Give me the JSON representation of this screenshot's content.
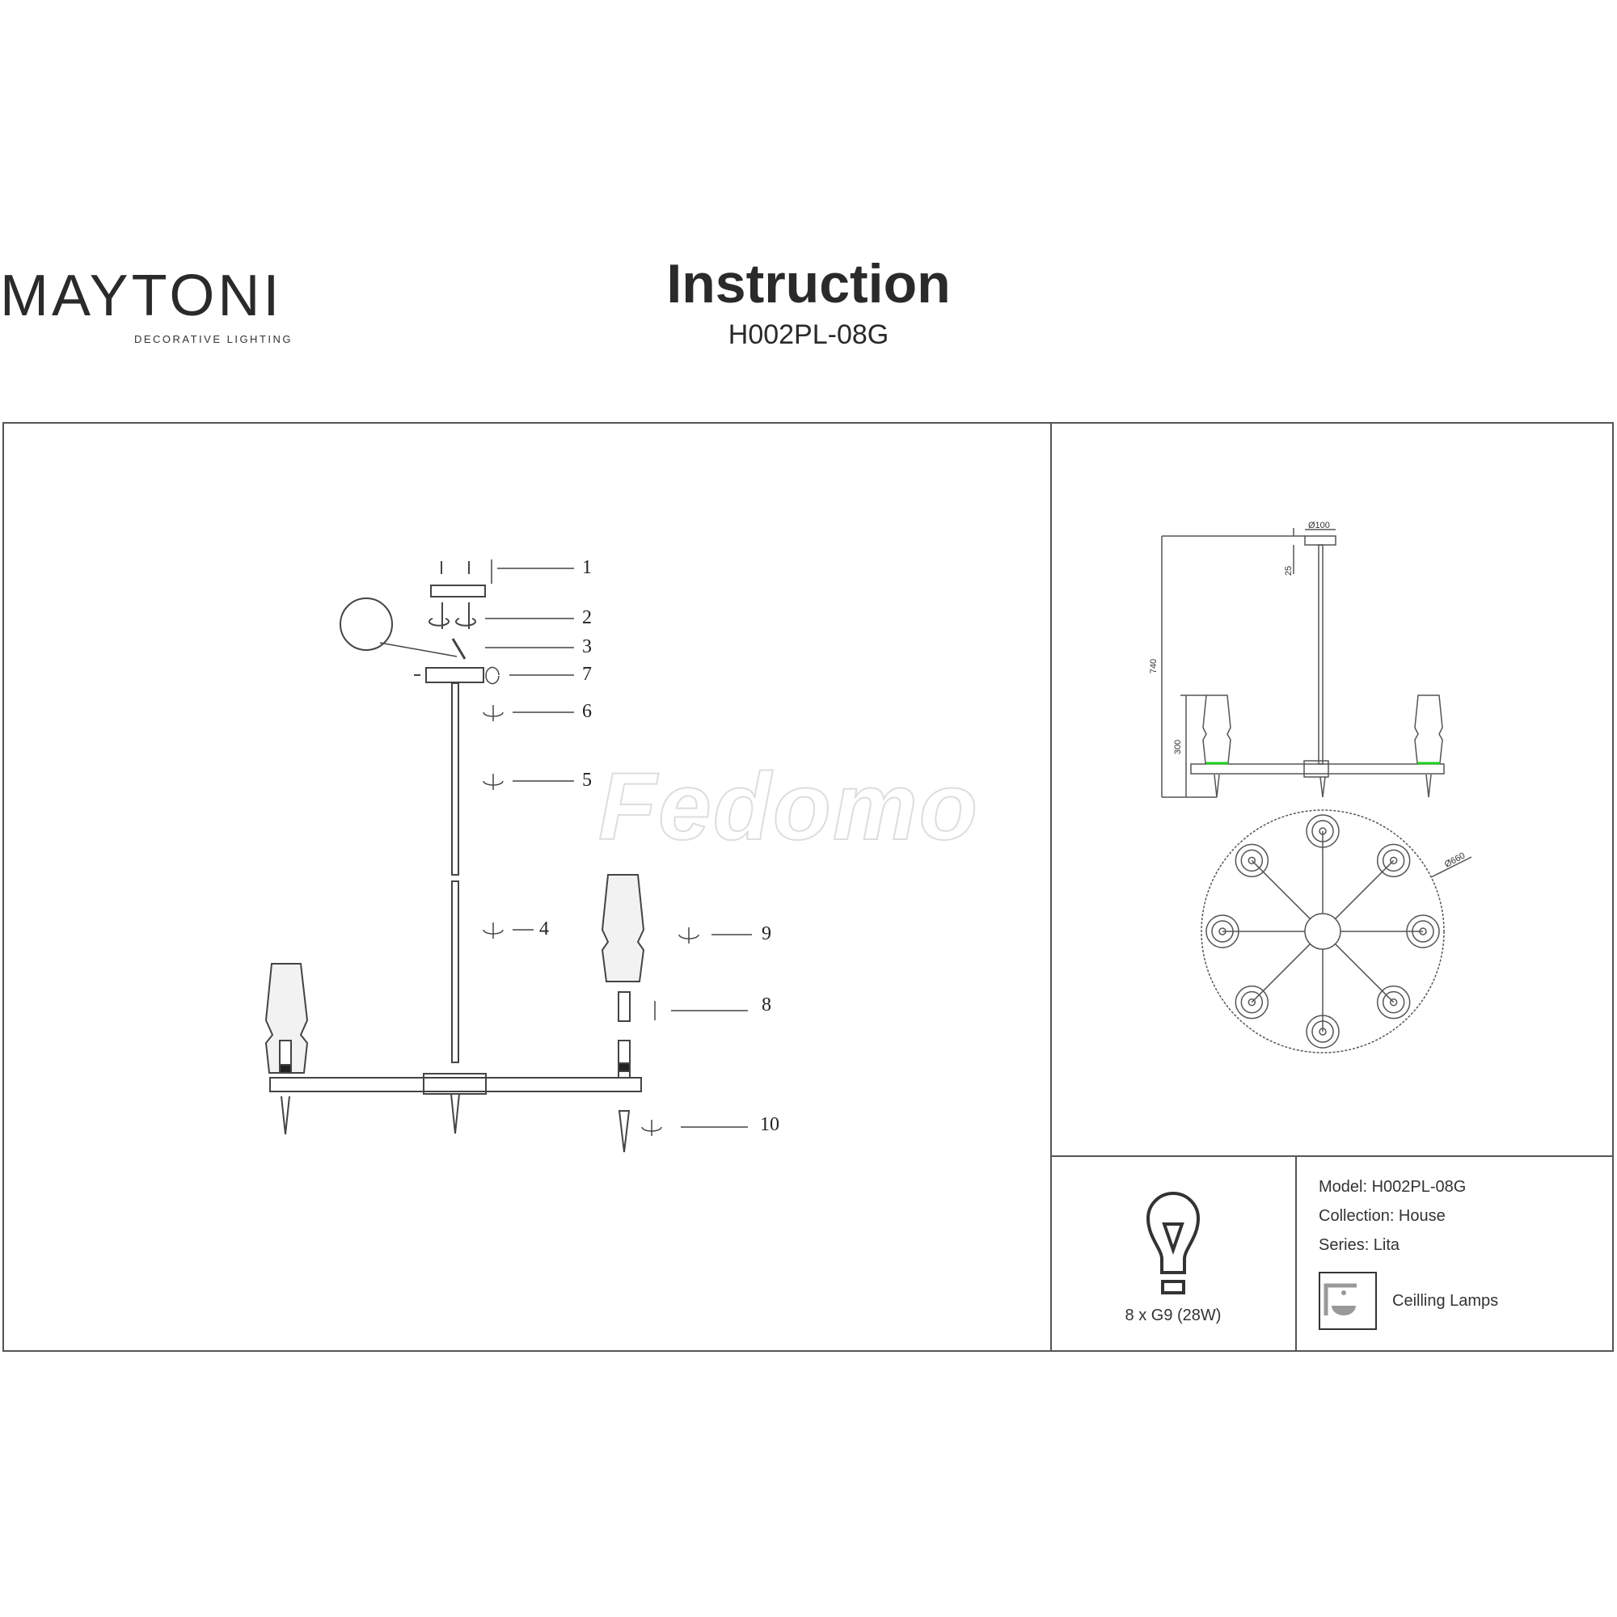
{
  "brand": {
    "name": "MAYTONI",
    "tagline": "DECORATIVE LIGHTING"
  },
  "header": {
    "title": "Instruction",
    "model": "H002PL-08G"
  },
  "watermark": "Fedomo",
  "assembly_steps": [
    "1",
    "2",
    "3",
    "4",
    "5",
    "6",
    "7",
    "8",
    "9",
    "10"
  ],
  "dimensions": {
    "canopy_diameter": "Ø100",
    "canopy_height": "25",
    "total_height": "740",
    "shade_height": "300",
    "diameter": "Ø660"
  },
  "bulb": {
    "icon": "light-bulb-icon",
    "spec": "8 x G9 (28W)"
  },
  "info": {
    "model": "Model: H002PL-08G",
    "collection": "Collection: House",
    "series": "Series: Lita",
    "type_icon": "ceiling-lamp-icon",
    "type": "Ceilling Lamps"
  },
  "colors": {
    "line": "#555555",
    "text": "#222222",
    "logo_accent": "#6b1f4f"
  }
}
